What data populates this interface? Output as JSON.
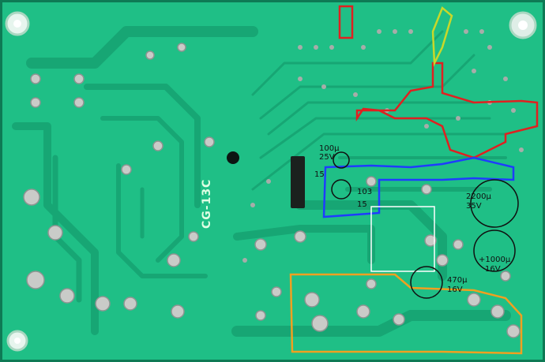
{
  "photo": {
    "subject": "pcb-bottom-side",
    "board_color": "#1fbf86",
    "trace_color": "#1aa879",
    "solder_color": "#bdbdbd"
  },
  "silkscreen": {
    "board_code": "CG-13C"
  },
  "annotations": {
    "cap_small_value": "100µ",
    "cap_small_voltage": "25V",
    "cap_main_value": "2200µ",
    "cap_main_voltage": "35V",
    "cap_1000_value": "+1000µ",
    "cap_1000_voltage": "16V",
    "cap_470_value": "470µ",
    "cap_470_voltage": "16V",
    "res_15_a": "15",
    "res_15_b": "15",
    "res_103": "103"
  },
  "outline_colors": {
    "red": "#e02020",
    "yellow": "#c8d82a",
    "blue": "#1f3cff",
    "orange": "#f0a020",
    "white": "#ffffff"
  }
}
